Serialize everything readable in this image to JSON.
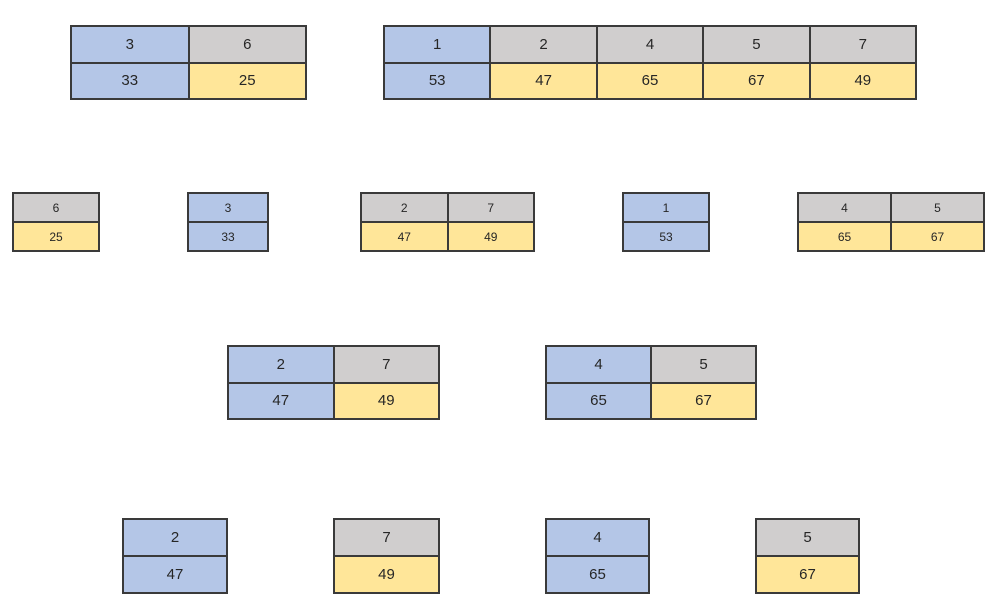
{
  "palette": {
    "blue": "#b4c6e7",
    "gray": "#d0cece",
    "yellow": "#ffe699",
    "border": "#3a3a3a",
    "text": "#262626",
    "background": "#ffffff"
  },
  "diagram": {
    "tables": [
      {
        "cols": [
          {
            "key": "3",
            "val": "33",
            "keyColor": "blue",
            "valColor": "blue"
          },
          {
            "key": "6",
            "val": "25",
            "keyColor": "gray",
            "valColor": "yellow"
          }
        ]
      },
      {
        "cols": [
          {
            "key": "1",
            "val": "53",
            "keyColor": "blue",
            "valColor": "blue"
          },
          {
            "key": "2",
            "val": "47",
            "keyColor": "gray",
            "valColor": "yellow"
          },
          {
            "key": "4",
            "val": "65",
            "keyColor": "gray",
            "valColor": "yellow"
          },
          {
            "key": "5",
            "val": "67",
            "keyColor": "gray",
            "valColor": "yellow"
          },
          {
            "key": "7",
            "val": "49",
            "keyColor": "gray",
            "valColor": "yellow"
          }
        ]
      },
      {
        "cols": [
          {
            "key": "6",
            "val": "25",
            "keyColor": "gray",
            "valColor": "yellow"
          }
        ]
      },
      {
        "cols": [
          {
            "key": "3",
            "val": "33",
            "keyColor": "blue",
            "valColor": "blue"
          }
        ]
      },
      {
        "cols": [
          {
            "key": "2",
            "val": "47",
            "keyColor": "gray",
            "valColor": "yellow"
          },
          {
            "key": "7",
            "val": "49",
            "keyColor": "gray",
            "valColor": "yellow"
          }
        ]
      },
      {
        "cols": [
          {
            "key": "1",
            "val": "53",
            "keyColor": "blue",
            "valColor": "blue"
          }
        ]
      },
      {
        "cols": [
          {
            "key": "4",
            "val": "65",
            "keyColor": "gray",
            "valColor": "yellow"
          },
          {
            "key": "5",
            "val": "67",
            "keyColor": "gray",
            "valColor": "yellow"
          }
        ]
      },
      {
        "cols": [
          {
            "key": "2",
            "val": "47",
            "keyColor": "blue",
            "valColor": "blue"
          },
          {
            "key": "7",
            "val": "49",
            "keyColor": "gray",
            "valColor": "yellow"
          }
        ]
      },
      {
        "cols": [
          {
            "key": "4",
            "val": "65",
            "keyColor": "blue",
            "valColor": "blue"
          },
          {
            "key": "5",
            "val": "67",
            "keyColor": "gray",
            "valColor": "yellow"
          }
        ]
      },
      {
        "cols": [
          {
            "key": "2",
            "val": "47",
            "keyColor": "blue",
            "valColor": "blue"
          }
        ]
      },
      {
        "cols": [
          {
            "key": "7",
            "val": "49",
            "keyColor": "gray",
            "valColor": "yellow"
          }
        ]
      },
      {
        "cols": [
          {
            "key": "4",
            "val": "65",
            "keyColor": "blue",
            "valColor": "blue"
          }
        ]
      },
      {
        "cols": [
          {
            "key": "5",
            "val": "67",
            "keyColor": "gray",
            "valColor": "yellow"
          }
        ]
      }
    ]
  }
}
